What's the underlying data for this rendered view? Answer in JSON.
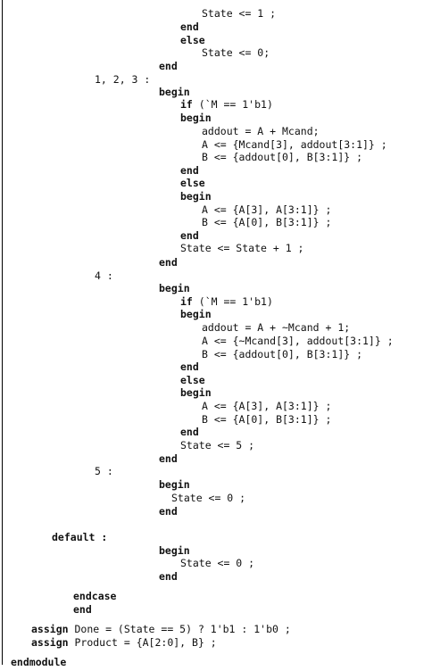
{
  "lines": [
    {
      "tokens": [
        {
          "t": "State <= 1 ;"
        }
      ]
    },
    {
      "tokens": [
        {
          "t": "end",
          "kw": true
        }
      ]
    },
    {
      "tokens": [
        {
          "t": "else",
          "kw": true
        }
      ]
    },
    {
      "tokens": [
        {
          "t": "State <= 0;"
        }
      ]
    },
    {
      "tokens": [
        {
          "t": "end",
          "kw": true
        }
      ]
    },
    {
      "tokens": [
        {
          "t": "1, 2, 3 :"
        }
      ]
    },
    {
      "tokens": [
        {
          "t": "begin",
          "kw": true
        }
      ]
    },
    {
      "tokens": [
        {
          "t": "if",
          "kw": true
        },
        {
          "t": " (`M == 1'b1)"
        }
      ]
    },
    {
      "tokens": [
        {
          "t": "begin",
          "kw": true
        }
      ]
    },
    {
      "tokens": [
        {
          "t": "addout = A + Mcand;"
        }
      ]
    },
    {
      "tokens": [
        {
          "t": "A <= {Mcand[3], addout[3:1]} ;"
        }
      ]
    },
    {
      "tokens": [
        {
          "t": "B <= {addout[0], B[3:1]} ;"
        }
      ]
    },
    {
      "tokens": [
        {
          "t": "end",
          "kw": true
        }
      ]
    },
    {
      "tokens": [
        {
          "t": "else",
          "kw": true
        }
      ]
    },
    {
      "tokens": [
        {
          "t": "begin",
          "kw": true
        }
      ]
    },
    {
      "tokens": [
        {
          "t": "A <= {A[3], A[3:1]} ;"
        }
      ]
    },
    {
      "tokens": [
        {
          "t": "B <= {A[0], B[3:1]} ;"
        }
      ]
    },
    {
      "tokens": [
        {
          "t": "end",
          "kw": true
        }
      ]
    },
    {
      "tokens": [
        {
          "t": "State <= State + 1 ;"
        }
      ]
    },
    {
      "tokens": [
        {
          "t": "end",
          "kw": true
        }
      ]
    },
    {
      "tokens": [
        {
          "t": "4 :"
        }
      ]
    },
    {
      "tokens": [
        {
          "t": "begin",
          "kw": true
        }
      ]
    },
    {
      "tokens": [
        {
          "t": "if",
          "kw": true
        },
        {
          "t": " (`M == 1'b1)"
        }
      ]
    },
    {
      "tokens": [
        {
          "t": "begin",
          "kw": true
        }
      ]
    },
    {
      "tokens": [
        {
          "t": "addout = A + ~Mcand + 1;"
        }
      ]
    },
    {
      "tokens": [
        {
          "t": "A <= {~Mcand[3], addout[3:1]} ;"
        }
      ]
    },
    {
      "tokens": [
        {
          "t": "B <= {addout[0], B[3:1]} ;"
        }
      ]
    },
    {
      "tokens": [
        {
          "t": "end",
          "kw": true
        }
      ]
    },
    {
      "tokens": [
        {
          "t": "else",
          "kw": true
        }
      ]
    },
    {
      "tokens": [
        {
          "t": "begin",
          "kw": true
        }
      ]
    },
    {
      "tokens": [
        {
          "t": "A <= {A[3], A[3:1]} ;"
        }
      ]
    },
    {
      "tokens": [
        {
          "t": "B <= {A[0], B[3:1]} ;"
        }
      ]
    },
    {
      "tokens": [
        {
          "t": "end",
          "kw": true
        }
      ]
    },
    {
      "tokens": [
        {
          "t": "State <= 5 ;"
        }
      ]
    },
    {
      "tokens": [
        {
          "t": "end",
          "kw": true
        }
      ]
    },
    {
      "tokens": [
        {
          "t": "5 :"
        }
      ]
    },
    {
      "tokens": [
        {
          "t": "begin",
          "kw": true
        }
      ]
    },
    {
      "tokens": [
        {
          "t": "State <= 0 ;"
        }
      ]
    },
    {
      "tokens": [
        {
          "t": "end",
          "kw": true
        }
      ]
    },
    {
      "tokens": [
        {
          "t": "default :",
          "kw": true
        }
      ]
    },
    {
      "tokens": [
        {
          "t": "begin",
          "kw": true
        }
      ]
    },
    {
      "tokens": [
        {
          "t": "State <= 0 ;"
        }
      ]
    },
    {
      "tokens": [
        {
          "t": "end",
          "kw": true
        }
      ]
    },
    {
      "tokens": [
        {
          "t": "endcase",
          "kw": true
        }
      ]
    },
    {
      "tokens": [
        {
          "t": "end",
          "kw": true
        }
      ]
    },
    {
      "tokens": [
        {
          "t": "assign",
          "kw": true
        },
        {
          "t": " Done = (State == 5) ? 1'b1 : 1'b0 ;"
        }
      ]
    },
    {
      "tokens": [
        {
          "t": "assign",
          "kw": true
        },
        {
          "t": " Product = {A[2:0], B} ;"
        }
      ]
    },
    {
      "tokens": [
        {
          "t": "endmodule",
          "kw": true
        }
      ]
    }
  ]
}
